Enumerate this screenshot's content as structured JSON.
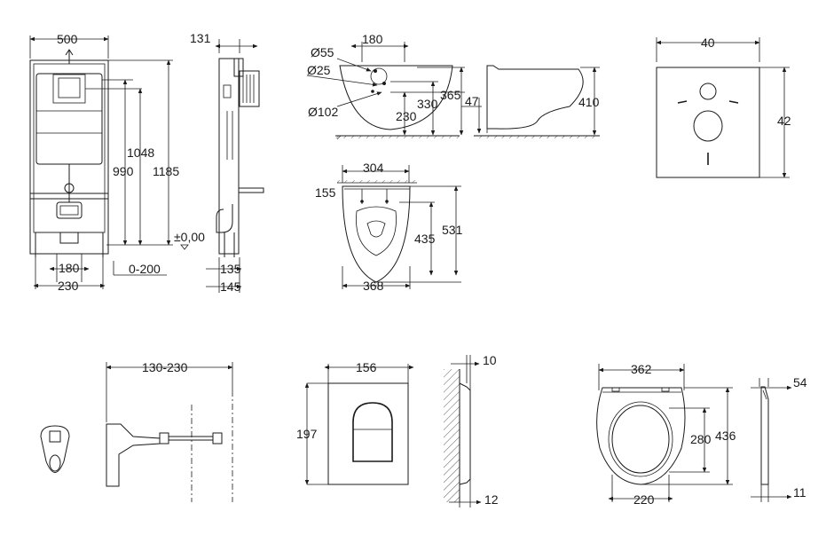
{
  "frame": {
    "width_label": "500",
    "depth_label": "131",
    "heights": [
      "1048",
      "990",
      "1185"
    ],
    "floor_level": "±0,00",
    "bottom_widths": [
      "180",
      "230"
    ],
    "floor_range": "0-200",
    "side_bottom": [
      "135",
      "145"
    ]
  },
  "wc_side": {
    "diameters": [
      "Ø55",
      "Ø25",
      "Ø102"
    ],
    "top_width": "180",
    "heights": [
      "230",
      "330",
      "365"
    ],
    "offset": "47",
    "profile_height": "410"
  },
  "wc_top": {
    "width": "304",
    "bolt_spacing": "155",
    "inner_length": "435",
    "length": "531",
    "bottom_width": "368"
  },
  "mat": {
    "width": "40",
    "height": "42"
  },
  "fixing": {
    "range": "130-230"
  },
  "plate": {
    "width": "156",
    "height": "197",
    "depth_top": "10",
    "depth_bottom": "12"
  },
  "seat": {
    "width": "362",
    "inner_width": "220",
    "inner_length": "280",
    "length": "436",
    "side_top": "54",
    "side_bottom": "11"
  }
}
